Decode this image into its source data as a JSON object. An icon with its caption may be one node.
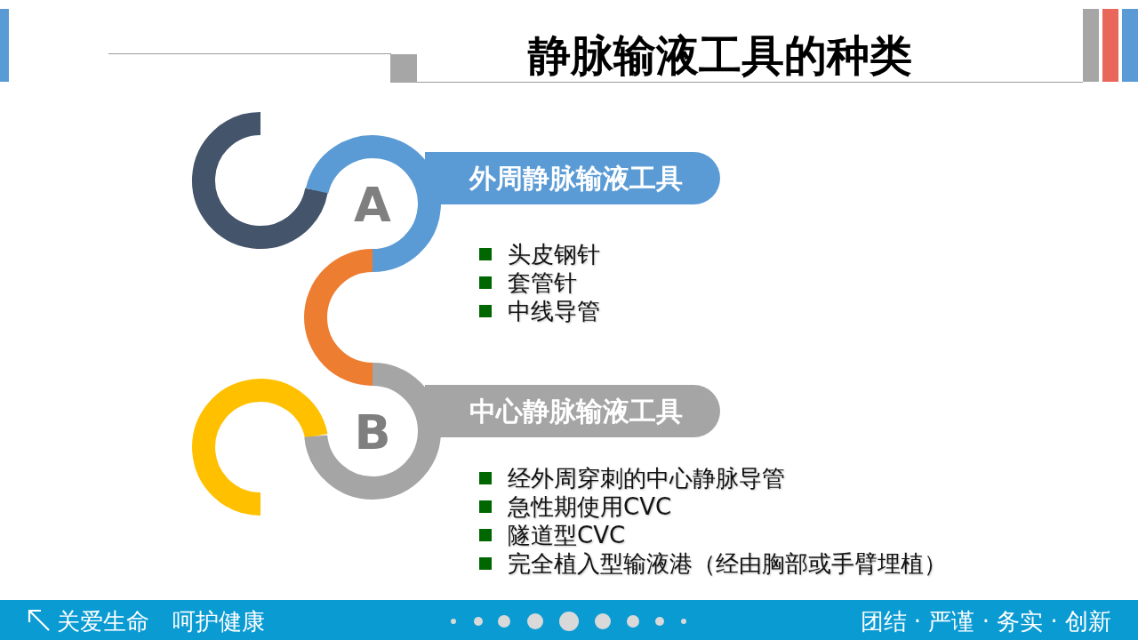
{
  "diagram": {
    "title": "静脉输液工具的种类",
    "nodes": [
      {
        "text": [
          "A"
        ]
      },
      {
        "text": [
          "外周静脉输液工具"
        ],
        "beside": [
          "头皮钢针",
          "套管针",
          "中线导管"
        ]
      },
      {
        "text": [
          "B"
        ]
      },
      {
        "text": [
          "中心静脉输液工具"
        ],
        "beside": [
          "经外周穿刺的中心静脉导管",
          "急性期使用CVC",
          "隧道型CVC",
          "完全植入型输液港（经由胸部或手臂埋植）"
        ]
      }
    ],
    "edges": [
      {
        "from": 0,
        "to": 2,
        "arrow": "none"
      }
    ],
    "labels": [
      "关爱生命",
      "呵护健康",
      "团结 · 严谨 · 务实 · 创新"
    ]
  }
}
